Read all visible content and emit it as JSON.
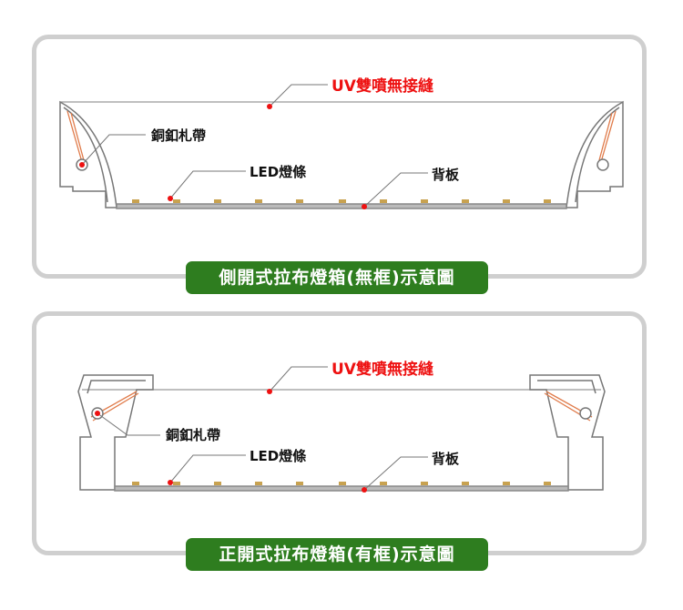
{
  "colors": {
    "caption_bg": "#2e7d1f",
    "callout_red": "#e11111",
    "line_gray": "#8a8a8a",
    "panel_border": "#cfcfcf"
  },
  "panels": [
    {
      "caption": "側開式拉布燈箱(無框)示意圖",
      "labels": {
        "uv": "UV雙噴無接縫",
        "band": "銅釦札帶",
        "led": "LED燈條",
        "back": "背板"
      }
    },
    {
      "caption": "正開式拉布燈箱(有框)示意圖",
      "labels": {
        "uv": "UV雙噴無接縫",
        "band": "銅釦札帶",
        "led": "LED燈條",
        "back": "背板"
      }
    }
  ]
}
